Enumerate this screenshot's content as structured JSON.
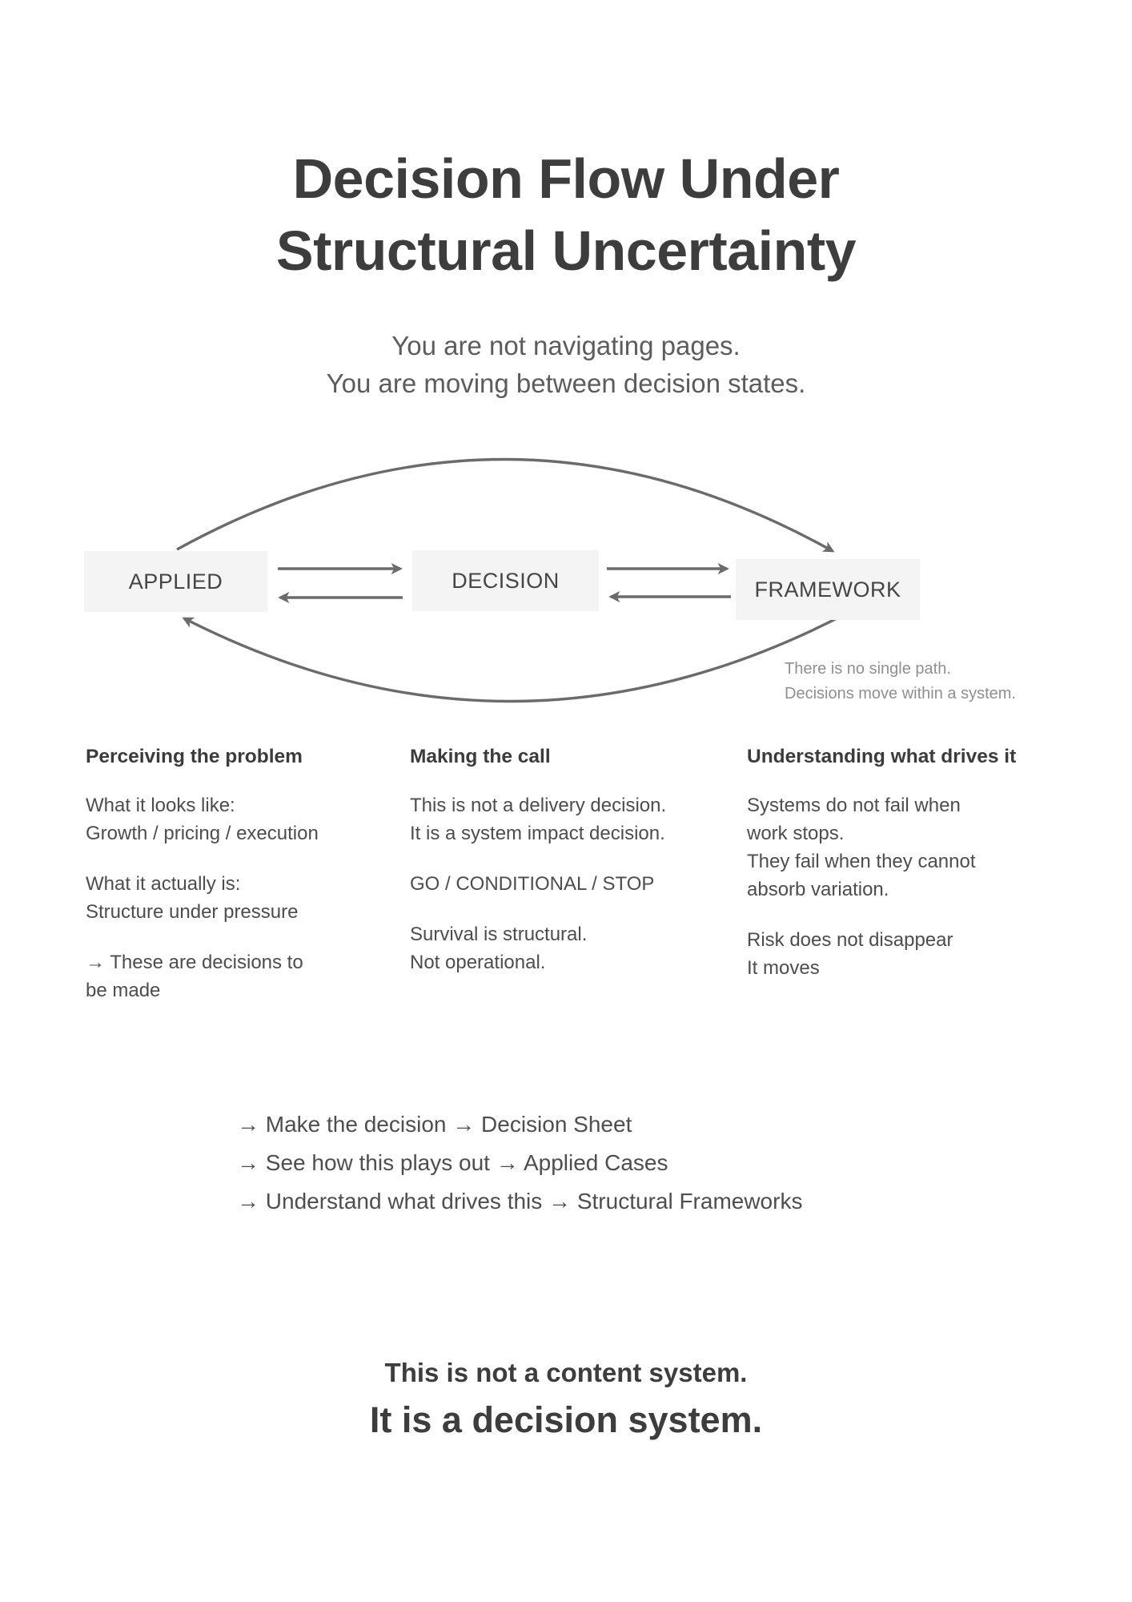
{
  "page": {
    "title": "Decision Flow Under\nStructural Uncertainty",
    "subtitle": "You are not navigating pages.\nYou are moving between decision states."
  },
  "diagram": {
    "nodes": [
      {
        "label": "APPLIED"
      },
      {
        "label": "DECISION"
      },
      {
        "label": "FRAMEWORK"
      }
    ],
    "caption": "There is no single path.\nDecisions move within a system.",
    "arrow_color": "#6b6b6b",
    "node_fill": "#f4f4f4"
  },
  "columns": [
    {
      "heading": "Perceiving the problem",
      "paragraphs": [
        "What it looks like:\nGrowth / pricing / execution",
        "What it actually is:\nStructure under pressure",
        "→ These are decisions to\nbe made"
      ]
    },
    {
      "heading": "Making the call",
      "paragraphs": [
        "This is not a delivery decision.\nIt is a system impact decision.",
        "GO / CONDITIONAL / STOP",
        "Survival is structural.\nNot operational."
      ]
    },
    {
      "heading": "Understanding what drives it",
      "paragraphs": [
        "Systems do not fail when\nwork stops.\nThey fail when they cannot\nabsorb variation.",
        "Risk does not disappear\nIt moves"
      ]
    }
  ],
  "actions": [
    "→ Make the decision → Decision Sheet",
    "→ See how this plays out → Applied Cases",
    "→ Understand what drives this → Structural Frameworks"
  ],
  "footer": {
    "line1": "This is not a content system.",
    "line2": "It is a decision system."
  }
}
